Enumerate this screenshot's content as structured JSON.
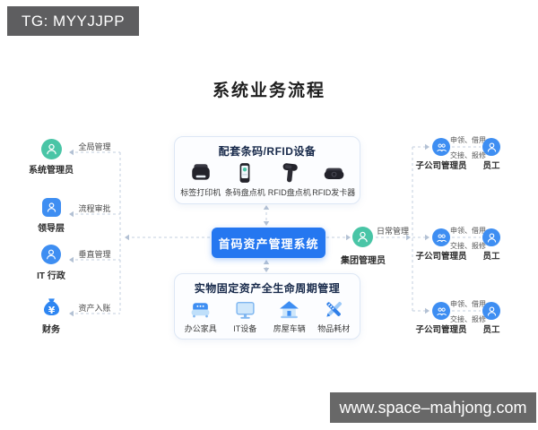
{
  "banners": {
    "top_text": "TG: MYYJJPP",
    "bottom_text": "www.space–mahjong.com"
  },
  "title": "系统业务流程",
  "colors": {
    "accent_blue": "#2577f0",
    "teal": "#49c5a6",
    "icon_blue": "#3e8ef2",
    "line_gray": "#c3cfdf",
    "banner_gray": "#5e5e60"
  },
  "center_system": {
    "label": "首码资产管理系统"
  },
  "device_box": {
    "title": "配套条码/RFID设备",
    "items": [
      {
        "label": "标签打印机",
        "icon": "label-printer-icon"
      },
      {
        "label": "条码盘点机",
        "icon": "barcode-scanner-icon"
      },
      {
        "label": "RFID盘点机",
        "icon": "rfid-scanner-icon"
      },
      {
        "label": "RFID发卡器",
        "icon": "rfid-card-issuer-icon"
      }
    ]
  },
  "asset_box": {
    "title": "实物固定资产全生命周期管理",
    "items": [
      {
        "label": "办公家具",
        "icon": "furniture-icon"
      },
      {
        "label": "IT设备",
        "icon": "it-equipment-icon"
      },
      {
        "label": "房屋车辆",
        "icon": "house-vehicle-icon"
      },
      {
        "label": "物品耗材",
        "icon": "consumables-icon"
      }
    ]
  },
  "left_roles": [
    {
      "name": "系统管理员",
      "flow_label": "全局管理"
    },
    {
      "name": "领导层",
      "flow_label": "流程审批"
    },
    {
      "name": "IT 行政",
      "flow_label": "垂直管理"
    },
    {
      "name": "财务",
      "flow_label": "资产入账"
    }
  ],
  "right_flow": {
    "group_admin": "集团管理员",
    "daily_label": "日常管理",
    "branches": [
      {
        "manager": "子公司管理员",
        "employee": "员工",
        "ops_line1": "申领、借用",
        "ops_line2": "交接、报修"
      },
      {
        "manager": "子公司管理员",
        "employee": "员工",
        "ops_line1": "申领、借用",
        "ops_line2": "交接、报修"
      },
      {
        "manager": "子公司管理员",
        "employee": "员工",
        "ops_line1": "申领、借用",
        "ops_line2": "交接、报修"
      }
    ]
  }
}
